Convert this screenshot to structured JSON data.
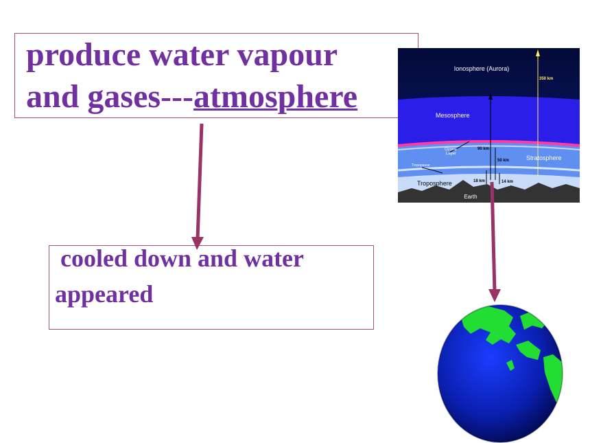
{
  "top_box": {
    "line1": "produce water vapour",
    "line2_prefix": "and gases---",
    "line2_underlined": "atmosphere"
  },
  "bottom_box": {
    "line1": "cooled down and  water",
    "line2": "appeared"
  },
  "atmosphere_diagram": {
    "ionosphere": "Ionosphere (Aurora)",
    "altitude_350": "350 km",
    "mesosphere": "Mesosphere",
    "ozone_layer_1": "Ozone",
    "ozone_layer_2": "Layer",
    "altitude_90": "90 km",
    "altitude_50": "50 km",
    "stratosphere": "Stratosphere",
    "tropopause": "Tropopause",
    "altitude_18": "18 km",
    "altitude_14": "14 km",
    "troposphere": "Troposphere",
    "earth": "Earth"
  },
  "colors": {
    "text": "#7030a0",
    "arrow": "#993366",
    "box_border": "#a0507a"
  }
}
